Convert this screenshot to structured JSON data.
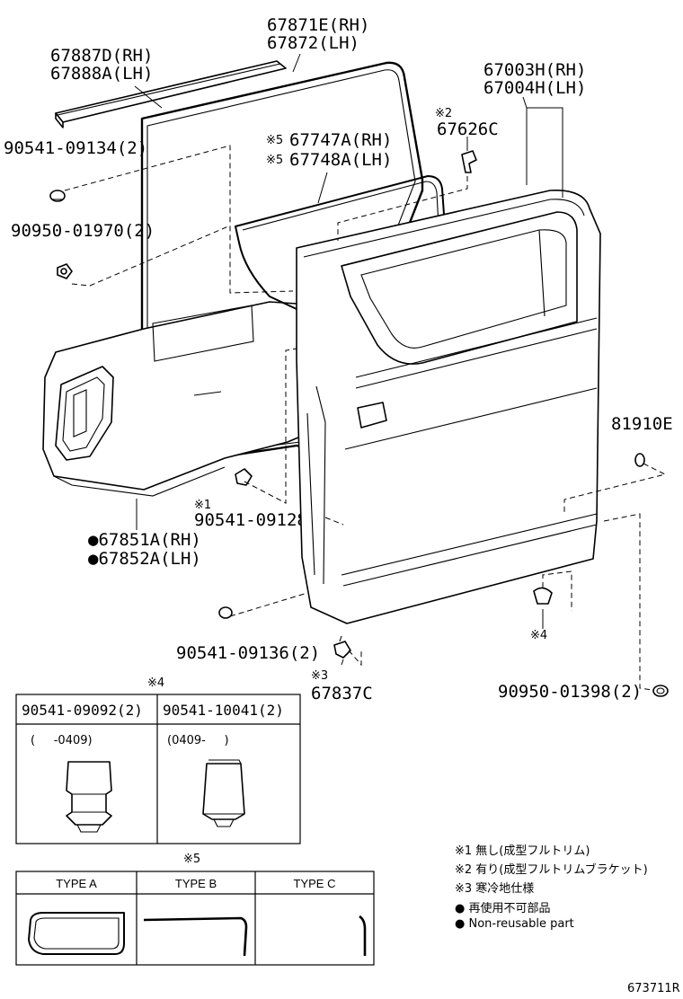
{
  "labels": {
    "p67887": "67887D(RH)",
    "p67888": "67888A(LH)",
    "p67871": "67871E(RH)",
    "p67872": "67872(LH)",
    "p67003": "67003H(RH)",
    "p67004": "67004H(LH)",
    "p90541_09134": "90541-09134(2)",
    "p67747_mark": "※5",
    "p67747": "67747A(RH)",
    "p67748_mark": "※5",
    "p67748": "67748A(LH)",
    "p67626_mark": "※2",
    "p67626": "67626C",
    "p90950_01970": "90950-01970(2)",
    "p81910": "81910E",
    "p90541_09128_mark": "※1",
    "p90541_09128": "90541-09128",
    "p67851": "●67851A(RH)",
    "p67852": "●67852A(LH)",
    "p90541_09136": "90541-09136(2)",
    "p67837_mark": "※3",
    "p67837": "67837C",
    "mark4": "※4",
    "p90950_01398": "90950-01398(2)"
  },
  "detail4": {
    "title": "※4",
    "col1_part": "90541-09092(2)",
    "col1_range": "(     -0409)",
    "col2_part": "90541-10041(2)",
    "col2_range": "(0409-     )"
  },
  "detail5": {
    "title": "※5",
    "type_a": "TYPE A",
    "type_b": "TYPE B",
    "type_c": "TYPE C"
  },
  "legend": {
    "note1": "※1 無し(成型フルトリム)",
    "note2": "※2 有り(成型フルトリムブラケット)",
    "note3": "※3 寒冷地仕様",
    "note4": "● 再使用不可部品",
    "note5": "● Non-reusable part"
  },
  "figure_id": "673711R"
}
